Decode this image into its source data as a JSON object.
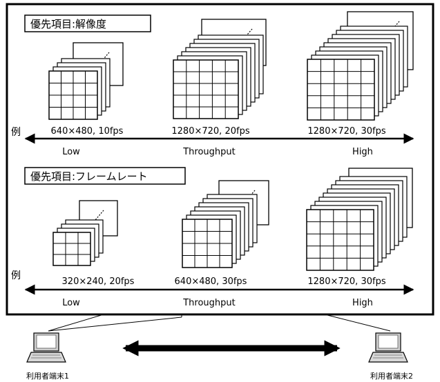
{
  "resolution_section": {
    "title": "優先項目:解像度",
    "example_label": "例",
    "axis": {
      "low": "Low",
      "mid": "Throughput",
      "high": "High"
    },
    "items": [
      {
        "spec": "640×480, 10fps"
      },
      {
        "spec": "1280×720, 20fps"
      },
      {
        "spec": "1280×720, 30fps"
      }
    ]
  },
  "framerate_section": {
    "title": "優先項目:フレームレート",
    "example_label": "例",
    "axis": {
      "low": "Low",
      "mid": "Throughput",
      "high": "High"
    },
    "items": [
      {
        "spec": "320×240, 20fps"
      },
      {
        "spec": "640×480, 30fps"
      },
      {
        "spec": "1280×720, 30fps"
      }
    ]
  },
  "terminals": [
    {
      "label": "利用者端末1",
      "icon": "laptop-icon"
    },
    {
      "label": "利用者端末2",
      "icon": "laptop-icon"
    }
  ]
}
